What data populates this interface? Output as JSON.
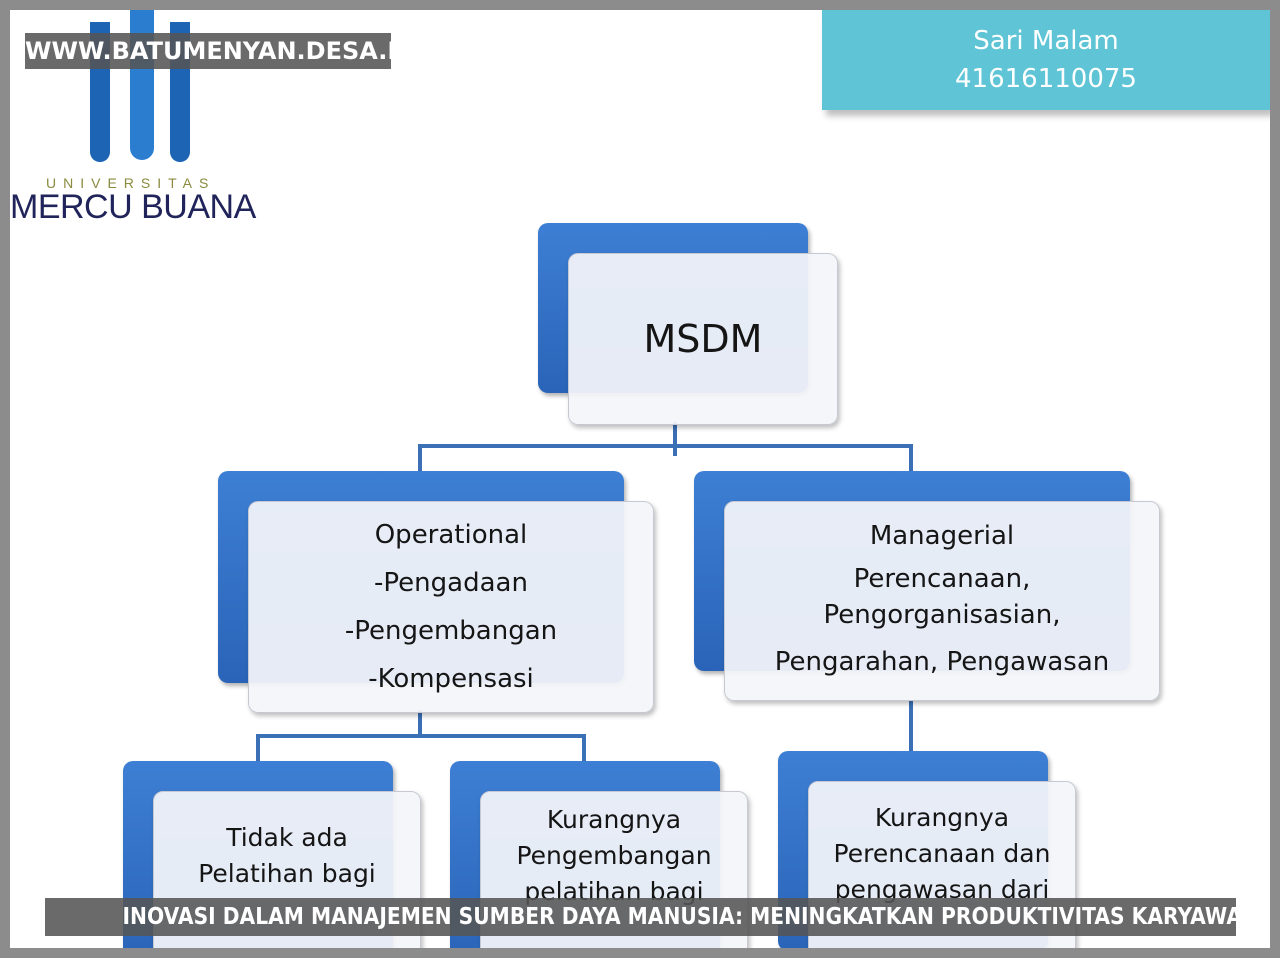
{
  "watermark": "WWW.BATUMENYAN.DESA.ID",
  "caption": "INOVASI DALAM MANAJEMEN SUMBER DAYA MANUSIA: MENINGKATKAN PRODUKTIVITAS KARYAWAN",
  "logo": {
    "small_text": "UNIVERSITAS",
    "name": "MERCU BUANA"
  },
  "name_box": {
    "name": "Sari Malam",
    "id": "41616110075"
  },
  "diagram": {
    "root": {
      "label": "MSDM"
    },
    "operational": {
      "title": "Operational",
      "items": [
        "-Pengadaan",
        "-Pengembangan",
        "-Kompensasi"
      ]
    },
    "managerial": {
      "title": "Managerial",
      "lines": [
        "Perencanaan,",
        "Pengorganisasian,",
        "Pengarahan, Pengawasan"
      ]
    },
    "child_1": {
      "lines": [
        "Tidak ada",
        "Pelatihan bagi"
      ]
    },
    "child_2": {
      "lines": [
        "Kurangnya",
        "Pengembangan",
        "pelatihan bagi"
      ]
    },
    "child_3": {
      "lines": [
        "Kurangnya",
        "Perencanaan dan",
        "pengawasan dari"
      ]
    }
  },
  "colors": {
    "node_blue": "#2a64b8",
    "name_box": "#5ec4d6",
    "connector": "#3b6fb6"
  }
}
